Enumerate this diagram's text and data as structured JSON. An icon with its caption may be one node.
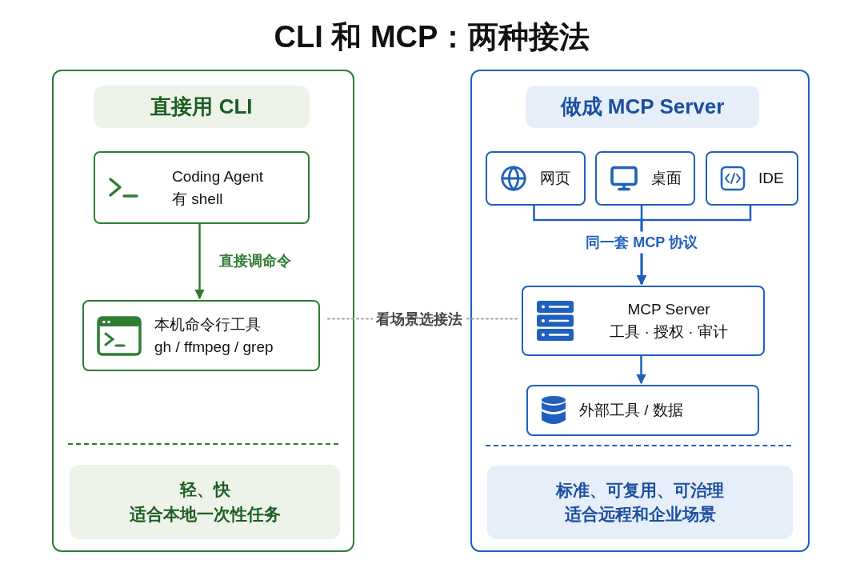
{
  "diagram": {
    "title": "CLI 和 MCP：两种接法",
    "nodes": [
      {
        "text": [],
        "shape": "box"
      },
      {
        "text": [
          "直接用 CLI"
        ],
        "in": 0
      },
      {
        "text": [
          "Coding Agent",
          "有 shell"
        ],
        "in": 0
      },
      {
        "text": [
          "本机命令行工具",
          "gh / ffmpeg / grep"
        ],
        "in": 0
      },
      {
        "text": [
          "轻、快",
          "适合本地一次性任务"
        ],
        "in": 0
      },
      {
        "text": [],
        "shape": "box"
      },
      {
        "text": [
          "做成 MCP Server"
        ],
        "in": 5
      },
      {
        "text": [
          "网页"
        ],
        "in": 5
      },
      {
        "text": [
          "桌面"
        ],
        "in": 5
      },
      {
        "text": [
          "IDE"
        ],
        "in": 5
      },
      {
        "text": [
          "MCP Server",
          "工具 · 授权 · 审计"
        ],
        "in": 5
      },
      {
        "text": [
          "外部工具 / 数据"
        ],
        "in": 5
      },
      {
        "text": [
          "标准、可复用、可治理",
          "适合远程和企业场景"
        ],
        "in": 5
      }
    ],
    "edges": [
      {
        "from": 2,
        "to": 3,
        "arrow": "to",
        "label": "直接调命令",
        "color": "#2e7d32"
      },
      {
        "from": 3,
        "to": 10,
        "arrow": "none",
        "label": "看场景选接法",
        "style": "dashed",
        "color": "#9ca3af"
      },
      {
        "from": 7,
        "to": 10,
        "arrow": "to"
      },
      {
        "from": 8,
        "to": 10,
        "arrow": "to",
        "label": "同一套 MCP 协议"
      },
      {
        "from": 9,
        "to": 10,
        "arrow": "to"
      },
      {
        "from": 10,
        "to": 11,
        "arrow": "to"
      }
    ]
  }
}
